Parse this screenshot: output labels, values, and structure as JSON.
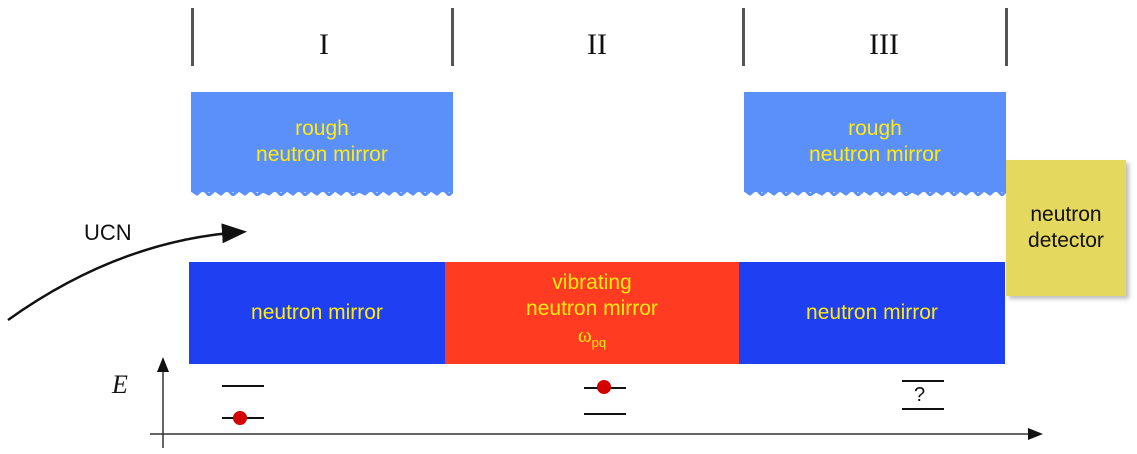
{
  "regions": [
    "I",
    "II",
    "III"
  ],
  "rough_mirror": {
    "line1": "rough",
    "line2": "neutron mirror"
  },
  "mirror_label": "neutron mirror",
  "vibrating_mirror": {
    "line1": "vibrating",
    "line2": "neutron mirror",
    "omega": "ω",
    "omega_sub": "pq"
  },
  "detector": {
    "line1": "neutron",
    "line2": "detector"
  },
  "ucn_label": "UCN",
  "energy_axis_label": "E",
  "unknown_state": "?",
  "colors": {
    "rough_mirror": "#5b8ff9",
    "mirror": "#1f3ff2",
    "vibrating_mirror": "#ff3b22",
    "detector": "#e4d85f",
    "label_text": "#ffeb10",
    "state_dot": "#d40000"
  }
}
